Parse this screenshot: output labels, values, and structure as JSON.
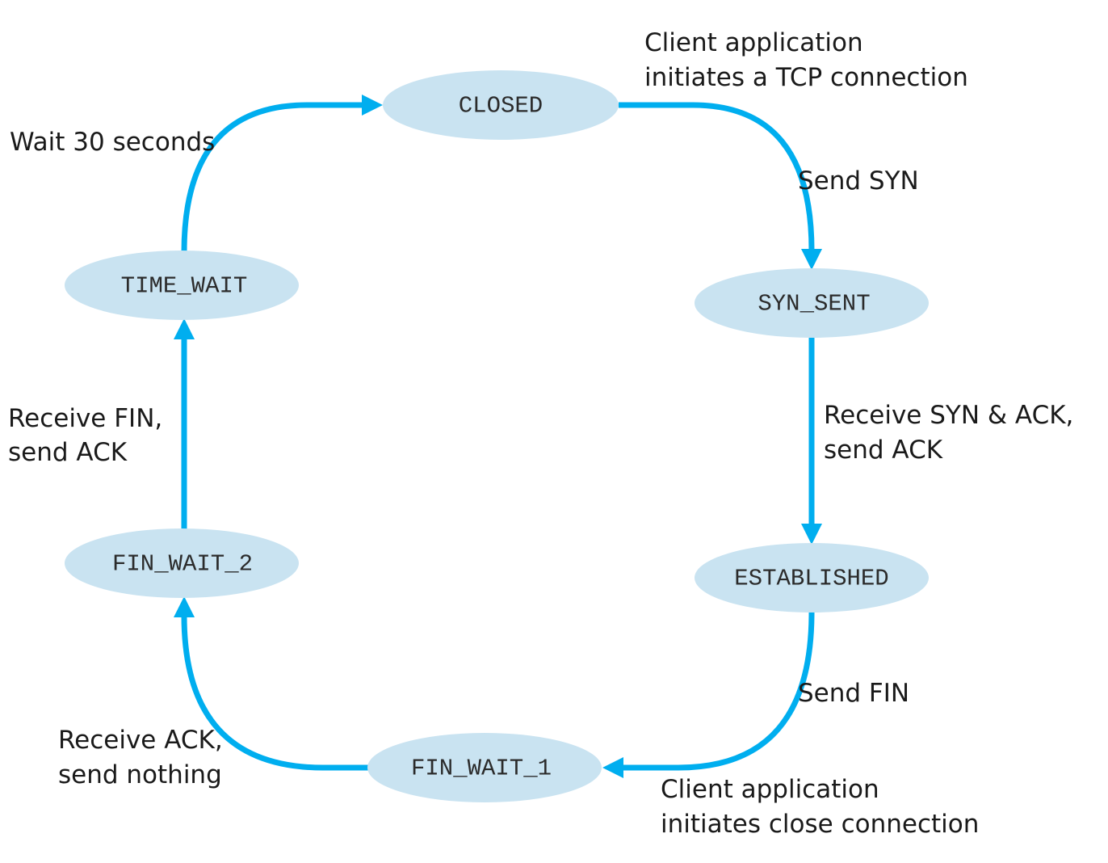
{
  "colors": {
    "state_fill": "#c9e3f1",
    "arrow": "#00aeef",
    "text": "#1a1a1a"
  },
  "states": {
    "closed": "CLOSED",
    "syn_sent": "SYN_SENT",
    "established": "ESTABLISHED",
    "fin_wait_1": "FIN_WAIT_1",
    "fin_wait_2": "FIN_WAIT_2",
    "time_wait": "TIME_WAIT"
  },
  "labels": {
    "client_initiates_tcp": [
      "Client application",
      "initiates a TCP connection"
    ],
    "send_syn": [
      "Send SYN"
    ],
    "receive_syn_ack": [
      "Receive SYN & ACK,",
      "send ACK"
    ],
    "send_fin": [
      "Send FIN"
    ],
    "client_initiates_close": [
      "Client application",
      "initiates close connection"
    ],
    "receive_ack": [
      "Receive ACK,",
      "send nothing"
    ],
    "receive_fin": [
      "Receive FIN,",
      "send ACK"
    ],
    "wait_30": [
      "Wait 30 seconds"
    ]
  }
}
